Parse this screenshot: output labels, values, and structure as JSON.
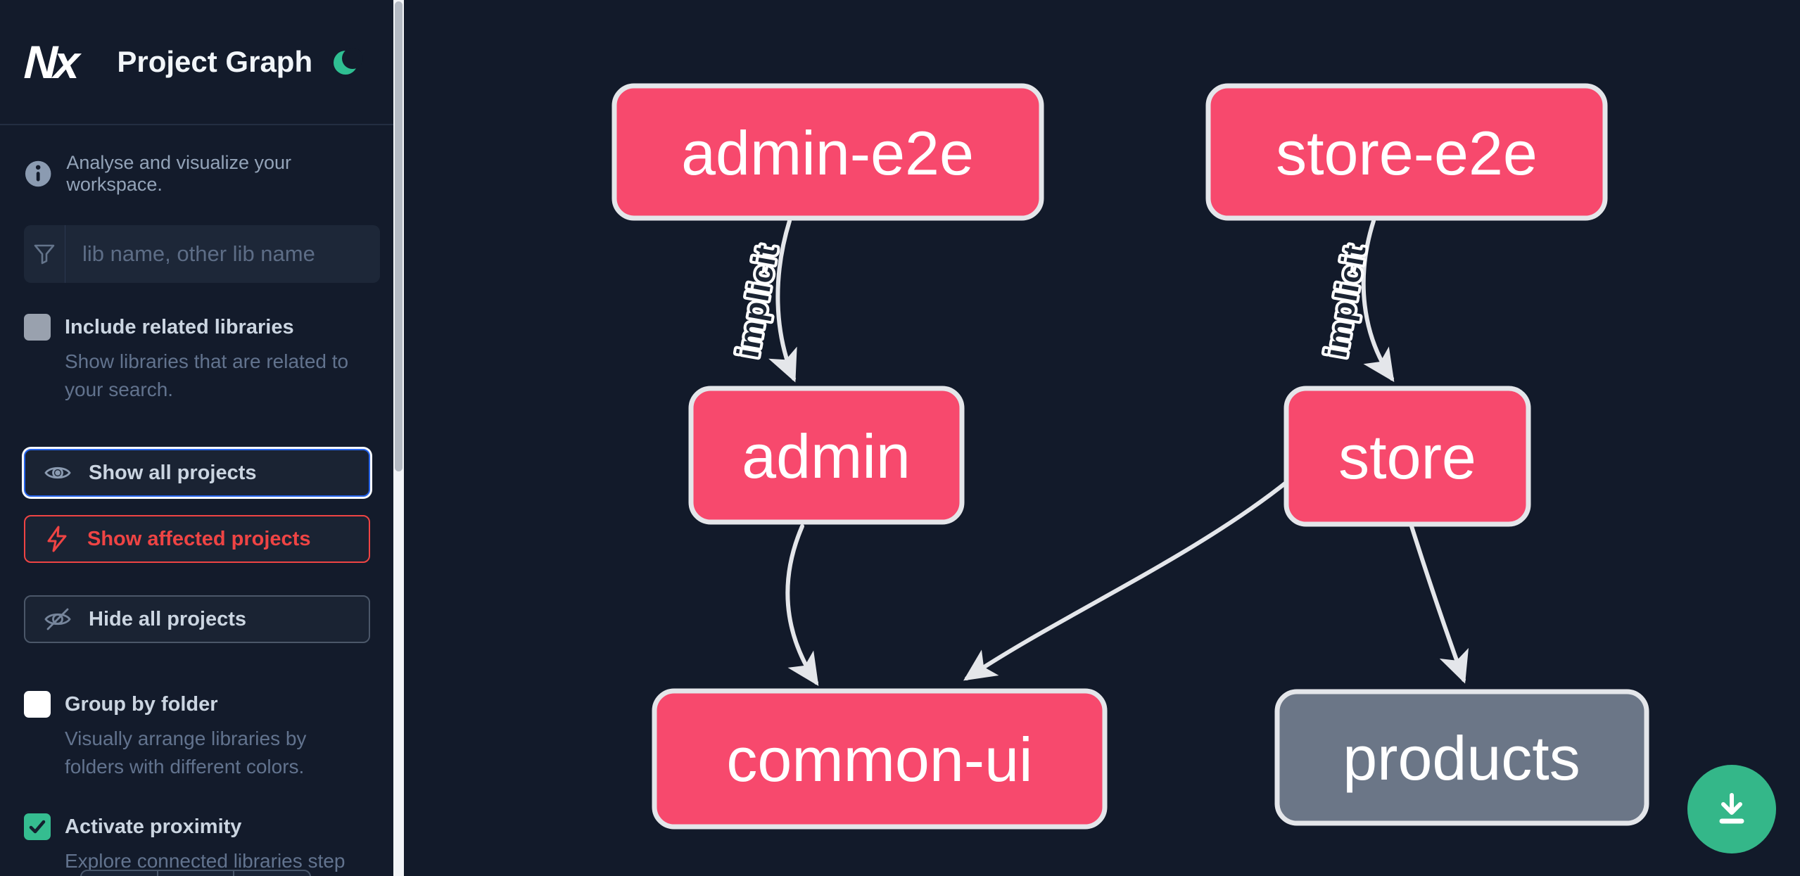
{
  "header": {
    "app_name": "Nx",
    "title": "Project Graph"
  },
  "sidebar": {
    "info_text": "Analyse and visualize your workspace.",
    "search_placeholder": "lib name, other lib name",
    "filters": [
      {
        "label": "Include related libraries",
        "description": "Show libraries that are related to your search.",
        "checked": false
      },
      {
        "label": "Group by folder",
        "description": "Visually arrange libraries by folders with different colors.",
        "checked": false
      },
      {
        "label": "Activate proximity",
        "description": "Explore connected libraries step by step.",
        "checked": true
      }
    ],
    "buttons": [
      {
        "label": "Show all projects",
        "icon": "eye-icon",
        "state": "focused"
      },
      {
        "label": "Show affected projects",
        "icon": "bolt-icon",
        "state": "affected"
      },
      {
        "label": "Hide all projects",
        "icon": "eye-off-icon",
        "state": "default"
      }
    ]
  },
  "graph": {
    "nodes": [
      {
        "id": "admin-e2e",
        "label": "admin-e2e",
        "type": "affected"
      },
      {
        "id": "store-e2e",
        "label": "store-e2e",
        "type": "affected"
      },
      {
        "id": "admin",
        "label": "admin",
        "type": "affected"
      },
      {
        "id": "store",
        "label": "store",
        "type": "affected"
      },
      {
        "id": "common-ui",
        "label": "common-ui",
        "type": "affected"
      },
      {
        "id": "products",
        "label": "products",
        "type": "unaffected"
      }
    ],
    "edges": [
      {
        "source": "admin-e2e",
        "target": "admin",
        "label": "implicit"
      },
      {
        "source": "store-e2e",
        "target": "store",
        "label": "implicit"
      },
      {
        "source": "admin",
        "target": "common-ui",
        "label": ""
      },
      {
        "source": "store",
        "target": "common-ui",
        "label": ""
      },
      {
        "source": "store",
        "target": "products",
        "label": ""
      }
    ]
  },
  "fab": {
    "icon": "download-icon"
  },
  "colors": {
    "bg_canvas": "#121a2a",
    "bg_sidebar": "#131b2b",
    "node_affected": "#f7496d",
    "node_unaffected": "#6b7687",
    "node_border": "#e4e6ea",
    "edge": "#e4e6ea",
    "accent_green": "#34b789",
    "moon_green": "#2fbf92",
    "focus_blue": "#2563eb",
    "alert_red": "#ef4444"
  }
}
